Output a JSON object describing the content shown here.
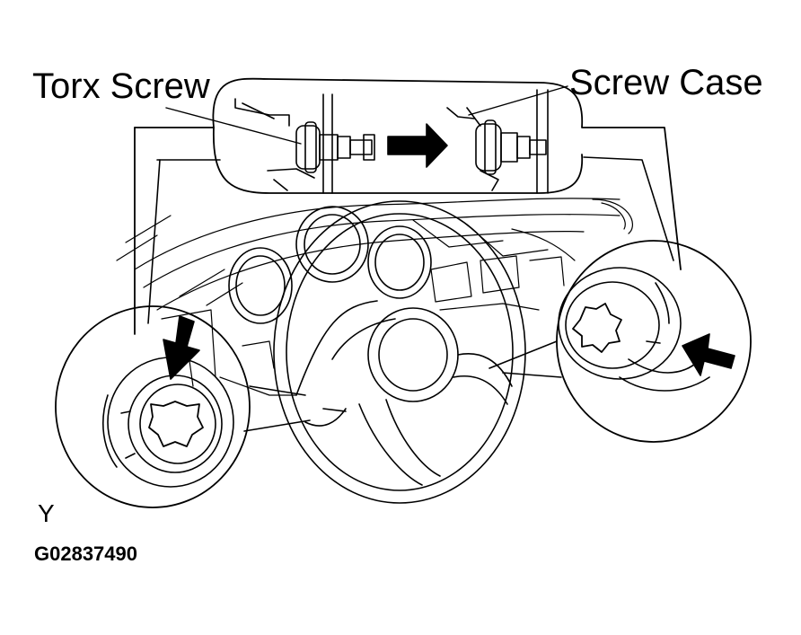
{
  "labels": {
    "torx_screw": "Torx Screw",
    "screw_case": "Screw Case",
    "view_letter": "Y",
    "figure_id": "G02837490"
  },
  "colors": {
    "line": "#000000",
    "background": "#ffffff"
  },
  "icons": {
    "direction_arrow": "arrow-icon",
    "torx_head": "torx-star-icon"
  }
}
